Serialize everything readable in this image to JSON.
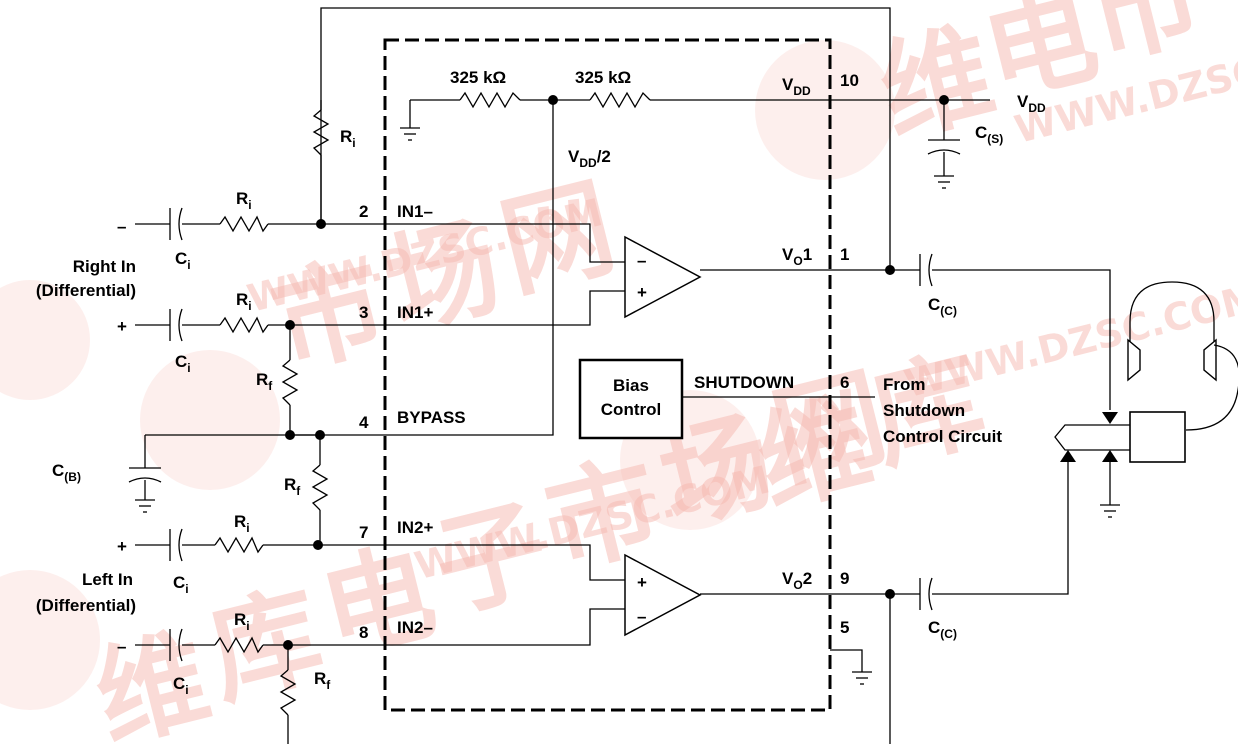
{
  "watermark": {
    "characters": [
      "维",
      "库",
      "电",
      "子",
      "市",
      "场",
      "网"
    ],
    "url": "WWW.DZSC.COM"
  },
  "components": {
    "r_top1": "325 kΩ",
    "r_top2": "325 kΩ",
    "ri_main": "R",
    "ri_sub": "i",
    "rf_main": "R",
    "rf_sub": "f",
    "ci_main": "C",
    "ci_sub": "i",
    "cs_main": "C",
    "cs_sub": "(S)",
    "cc_main": "C",
    "cc_sub": "(C)",
    "cb_main": "C",
    "cb_sub": "(B)"
  },
  "chip": {
    "vdd_main": "V",
    "vdd_sub": "DD",
    "vdd2_main": "V",
    "vdd2_sub": "DD",
    "vdd2_tail": "/2",
    "vo_main": "V",
    "vo_sub": "O",
    "vo1_num": "1",
    "vo2_num": "2",
    "bias_line1": "Bias",
    "bias_line2": "Control"
  },
  "pins": {
    "p10": "10",
    "p2": "2",
    "p1": "1",
    "p3": "3",
    "p6": "6",
    "p4": "4",
    "p7": "7",
    "p9": "9",
    "p8": "8",
    "p5": "5",
    "in1m": "IN1–",
    "in1p": "IN1+",
    "bypass": "BYPASS",
    "shutdown": "SHUTDOWN",
    "in2p": "IN2+",
    "in2m": "IN2–"
  },
  "inputs": {
    "minus": "–",
    "plus": "+",
    "right_line1": "Right In",
    "right_line2": "(Differential)",
    "left_line1": "Left In",
    "left_line2": "(Differential)"
  },
  "shutdown": {
    "line1": "From",
    "line2": "Shutdown",
    "line3": "Control Circuit"
  },
  "supply": {
    "vdd_main": "V",
    "vdd_sub": "DD"
  },
  "opamp": {
    "minus": "–",
    "plus": "+"
  }
}
